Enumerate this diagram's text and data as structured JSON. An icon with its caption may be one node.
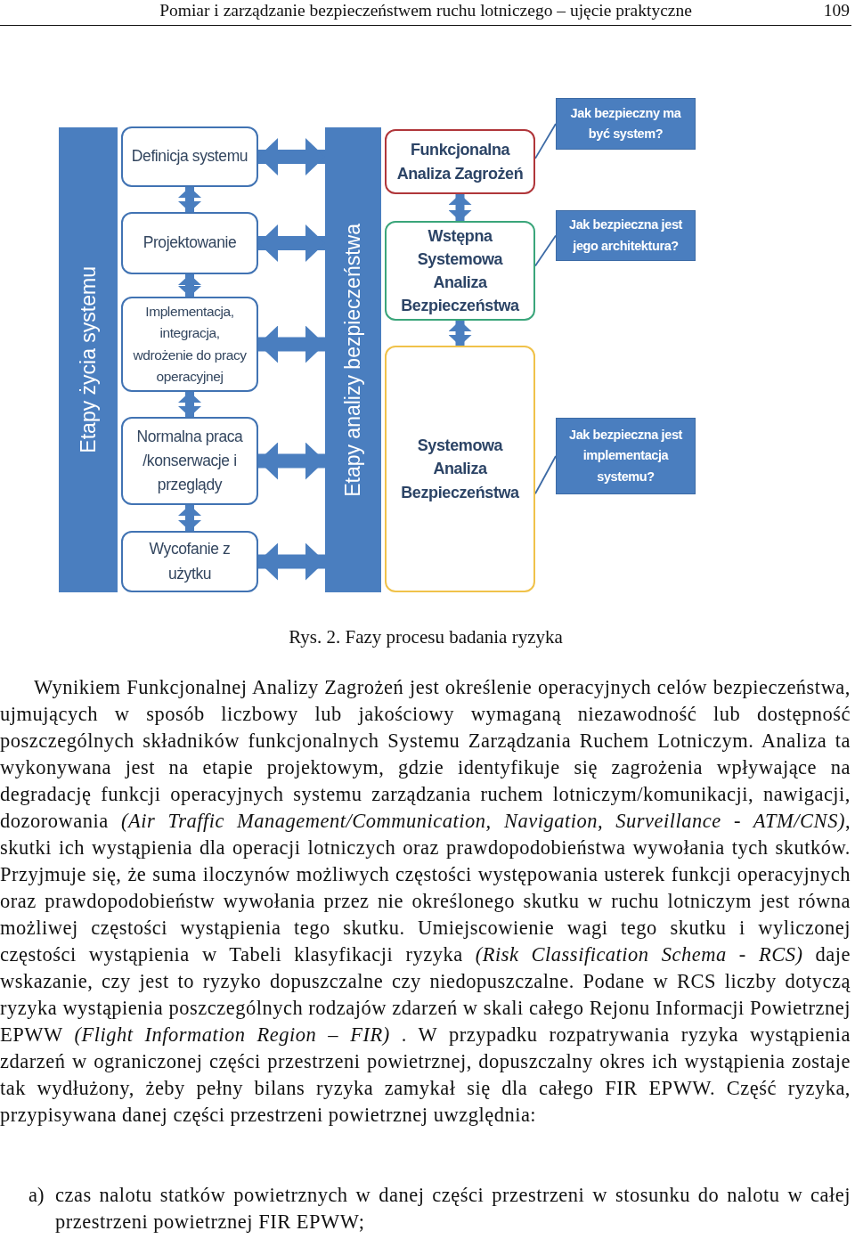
{
  "diagram": {
    "caption": "Rys. 2. Fazy procesu badania ryzyka",
    "nodes": [
      {
        "text": [
          "Etapy życia systemu"
        ]
      },
      {
        "text": [
          "Definicja systemu"
        ]
      },
      {
        "text": [
          "Projektowanie"
        ]
      },
      {
        "text": [
          "Implementacja, integracja, wdrożenie do pracy operacyjnej"
        ]
      },
      {
        "text": [
          "Normalna praca /konserwacje i przeglądy"
        ]
      },
      {
        "text": [
          "Wycofanie z użytku"
        ]
      },
      {
        "text": [
          "Etapy analizy bezpieczeństwa"
        ]
      },
      {
        "text": [
          "Funkcjonalna Analiza Zagrożeń"
        ]
      },
      {
        "text": [
          "Wstępna Systemowa Analiza Bezpieczeństwa"
        ]
      },
      {
        "text": [
          "Systemowa Analiza Bezpieczeństwa"
        ]
      },
      {
        "text": [
          "Jak bezpieczny ma być system?"
        ]
      },
      {
        "text": [
          "Jak bezpieczna jest jego architektura?"
        ]
      },
      {
        "text": [
          "Jak bezpieczna jest implementacja systemu?"
        ]
      }
    ],
    "edges": [
      {
        "from": 1,
        "to": 2,
        "arrow": "both"
      },
      {
        "from": 2,
        "to": 3,
        "arrow": "both"
      },
      {
        "from": 3,
        "to": 4,
        "arrow": "both"
      },
      {
        "from": 4,
        "to": 5,
        "arrow": "both"
      },
      {
        "from": 1,
        "to": 6,
        "arrow": "both"
      },
      {
        "from": 2,
        "to": 6,
        "arrow": "both"
      },
      {
        "from": 3,
        "to": 6,
        "arrow": "both"
      },
      {
        "from": 4,
        "to": 6,
        "arrow": "both"
      },
      {
        "from": 5,
        "to": 6,
        "arrow": "both"
      },
      {
        "from": 7,
        "to": 8,
        "arrow": "both"
      },
      {
        "from": 8,
        "to": 9,
        "arrow": "both"
      },
      {
        "from": 7,
        "to": 10,
        "arrow": "none"
      },
      {
        "from": 8,
        "to": 11,
        "arrow": "none"
      },
      {
        "from": 9,
        "to": 12,
        "arrow": "none"
      }
    ],
    "labels": [
      "Pomiar i zarządzanie bezpieczeństwem ruchu lotniczego – ujęcie praktyczne",
      "109",
      "Wynikiem Funkcjonalnej Analizy Zagrożeń jest określenie operacyjnych celów bezpieczeństwa, ujmujących w sposób liczbowy lub jakościowy wymaganą niezawodność lub dostępność poszczególnych składników funkcjonalnych Systemu Zarządzania Ruchem Lotniczym. Analiza ta wykonywana jest na etapie projektowym, gdzie identyfikuje się zagrożenia wpływające na degradację funkcji operacyjnych systemu zarządzania ruchem lotniczym/komunikacji, nawigacji, dozorowania *(Air Traffic Management/Communication, Navigation, Surveillance - ATM/CNS)*, skutki ich wystąpienia dla operacji lotniczych oraz prawdopodobieństwa wywołania tych skutków. Przyjmuje się, że suma iloczynów możliwych częstości występowania usterek funkcji operacyjnych oraz prawdopodobieństw wywołania przez nie określonego skutku w ruchu lotniczym jest równa możliwej częstości wystąpienia tego skutku. Umiejscowienie wagi tego skutku i wyliczonej częstości wystąpienia w Tabeli klasyfikacji ryzyka *(Risk Classification Schema - RCS)* daje wskazanie, czy jest to ryzyko dopuszczalne czy niedopuszczalne. Podane w RCS liczby dotyczą ryzyka wystąpienia poszczególnych rodzajów zdarzeń w skali całego Rejonu Informacji Powietrznej EPWW *(Flight Information Region – FIR)* . W przypadku rozpatrywania ryzyka wystąpienia zdarzeń w ograniczonej części przestrzeni powietrznej, dopuszczalny okres ich wystąpienia zostaje tak wydłużony, żeby pełny bilans ryzyka zamykał się dla całego FIR EPWW. Część ryzyka, przypisywana danej części przestrzeni powietrznej uwzględnia:",
      "a)",
      "czas nalotu statków powietrznych w danej części przestrzeni w stosunku do nalotu w całej przestrzeni powietrznej FIR EPWW;"
    ]
  }
}
